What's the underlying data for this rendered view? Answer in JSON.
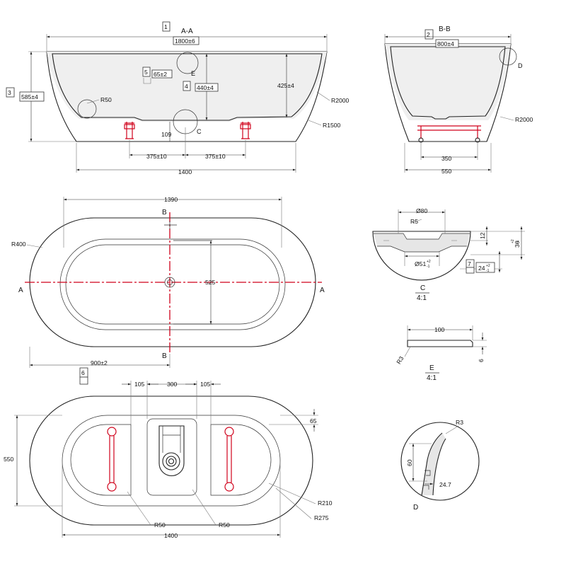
{
  "section_aa": {
    "ref_num": "1",
    "title": "A-A",
    "length": "1800±6",
    "height_label_num": "3",
    "height": "585±4",
    "inner_depth_num": "4",
    "inner_depth": "440±4",
    "side_depth": "425±4",
    "drain_num": "5",
    "drain_height": "65±2",
    "detail_e": "E",
    "detail_c": "C",
    "r_inner": "R50",
    "r_outer_top": "R2000",
    "r_outer_bottom": "R1500",
    "foot_clear": "109",
    "foot_left": "375±10",
    "foot_right": "375±10",
    "base_width": "1400"
  },
  "section_bb": {
    "ref_num": "2",
    "title": "B-B",
    "width": "800±4",
    "detail_d": "D",
    "r_outer": "R2000",
    "foot_span": "350",
    "base_width": "550"
  },
  "plan_top": {
    "length": "1390",
    "inner_width": "525",
    "end_radius": "R400",
    "axis_a_left": "A",
    "axis_a_right": "A",
    "axis_b_top": "B",
    "axis_b_bottom": "B",
    "drain_pos_num": "6",
    "drain_pos": "900±2"
  },
  "detail_c": {
    "diameter_top": "Ø80",
    "radius": "R5",
    "diameter_bottom": "Ø51",
    "dia_tol_upper": "+2",
    "dia_tol_lower": "-1",
    "depth_a": "12",
    "depth_total": "36",
    "depth_total_tol_upper": "+2",
    "depth_total_tol_lower": "-1",
    "ref_num": "7",
    "depth_b": "24",
    "depth_b_tol_upper": "+2",
    "depth_b_tol_lower": "-1",
    "label": "C",
    "scale": "4:1"
  },
  "detail_e": {
    "length": "100",
    "radius": "R3",
    "thickness": "6",
    "label": "E",
    "scale": "4:1"
  },
  "plan_bottom": {
    "gap_left": "105",
    "center_width": "300",
    "gap_right": "105",
    "edge": "65",
    "width": "550",
    "length": "1400",
    "r_inner": "R210",
    "r_outer": "R275",
    "r_left": "R50",
    "r_center": "R50"
  },
  "detail_d": {
    "radius": "R3",
    "height": "60",
    "thickness": "24.7",
    "label": "D"
  }
}
